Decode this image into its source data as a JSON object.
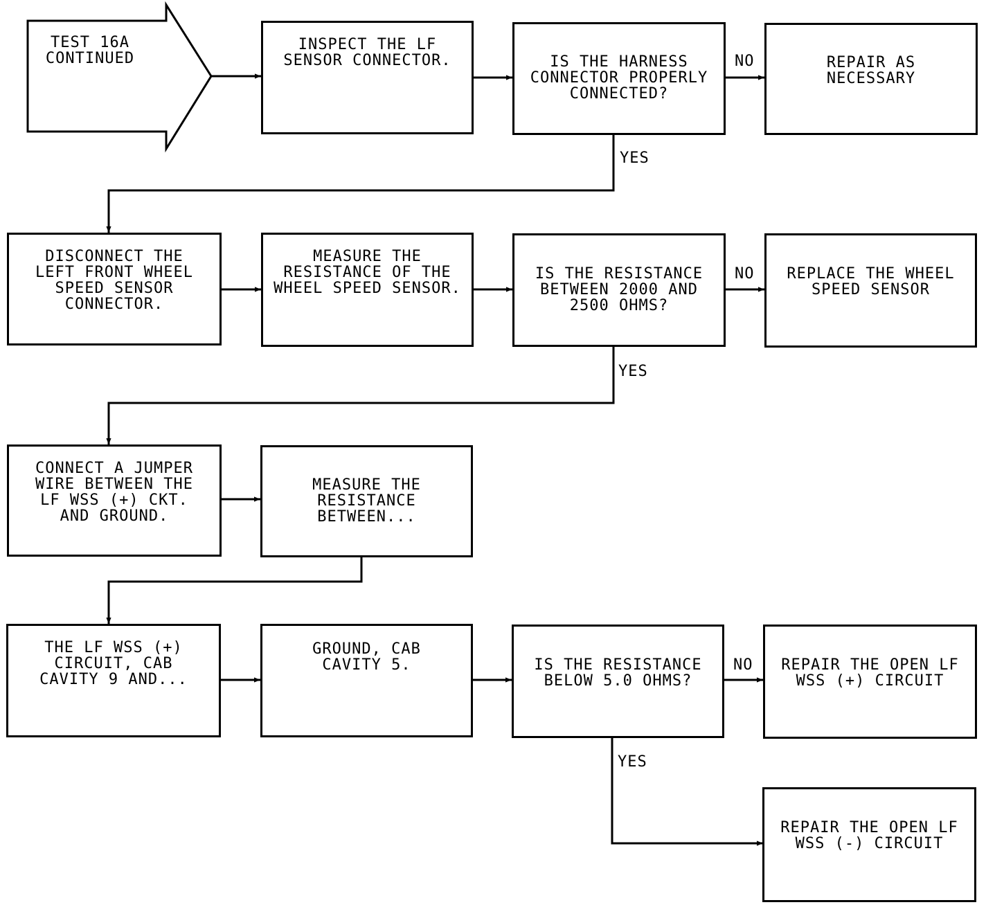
{
  "start": {
    "text": "TEST 16A\nCONTINUED"
  },
  "boxes": {
    "inspect": "INSPECT THE LF\nSENSOR CONNECTOR.",
    "harness_q": "IS THE HARNESS\nCONNECTOR PROPERLY\nCONNECTED?",
    "repair_necessary": "REPAIR AS\nNECESSARY",
    "disconnect": "DISCONNECT THE\nLEFT FRONT WHEEL\nSPEED SENSOR\nCONNECTOR.",
    "measure_sensor": "MEASURE THE\nRESISTANCE OF THE\nWHEEL SPEED SENSOR.",
    "resistance_q": "IS THE RESISTANCE\nBETWEEN 2000 AND\n2500 OHMS?",
    "replace_sensor": "REPLACE THE WHEEL\nSPEED SENSOR",
    "connect_jumper": "CONNECT A JUMPER\nWIRE BETWEEN THE\nLF WSS (+) CKT.\nAND GROUND.",
    "measure_between": "MEASURE THE\nRESISTANCE\nBETWEEN...",
    "lf_wss_circuit": "THE LF WSS (+)\nCIRCUIT, CAB\nCAVITY 9 AND...",
    "ground_cab": "GROUND, CAB\nCAVITY 5.",
    "below5_q": "IS THE RESISTANCE\nBELOW 5.0 OHMS?",
    "repair_plus": "REPAIR THE OPEN LF\nWSS (+) CIRCUIT",
    "repair_minus": "REPAIR THE OPEN LF\nWSS (-) CIRCUIT"
  },
  "labels": {
    "no": "NO",
    "yes": "YES"
  }
}
